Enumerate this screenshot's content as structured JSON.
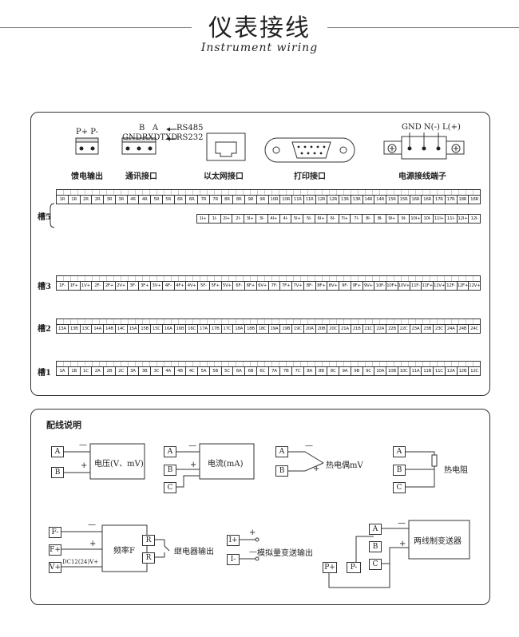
{
  "header": {
    "title": "仪表接线",
    "subtitle": "Instrument wiring"
  },
  "ports": {
    "feed": {
      "label": "馈电输出",
      "pins": "P+ P-"
    },
    "comm": {
      "label": "通讯接口",
      "top": "B   A",
      "rs485": "RS485",
      "pins": "GNDRXDTXD",
      "rs232": "RS232"
    },
    "ethernet": {
      "label": "以太网接口"
    },
    "print": {
      "label": "打印接口"
    },
    "power": {
      "label": "电源接线端子",
      "pins": "GND N(-) L(+)"
    }
  },
  "slots": {
    "slot5": {
      "label": "槽5",
      "top": [
        "1R",
        "1R",
        "2R",
        "2R",
        "3R",
        "3R",
        "4R",
        "4R",
        "5R",
        "5R",
        "6R",
        "6R",
        "7R",
        "7R",
        "8R",
        "8R",
        "9R",
        "9R",
        "10R",
        "10R",
        "11R",
        "11R",
        "12R",
        "12R",
        "13R",
        "13R",
        "14R",
        "14R",
        "15R",
        "15R",
        "16R",
        "16R",
        "17R",
        "17R",
        "18R",
        "18R"
      ],
      "bottom": [
        "1I+",
        "1I-",
        "2I+",
        "2I-",
        "3I+",
        "3I-",
        "4I+",
        "4I-",
        "5I+",
        "5I-",
        "6I+",
        "6I-",
        "7I+",
        "7I-",
        "8I-",
        "8I-",
        "9I+",
        "9I-",
        "10I+",
        "10I-",
        "11I+",
        "11I-",
        "12I+",
        "12I-"
      ]
    },
    "slot3": {
      "label": "槽3",
      "cells": [
        "1F-",
        "1F+",
        "1V+",
        "2F-",
        "2F+",
        "2V+",
        "3F-",
        "3F+",
        "3V+",
        "4F-",
        "4F+",
        "4V+",
        "5F-",
        "5F+",
        "5V+",
        "6F-",
        "6F+",
        "6V+",
        "7F-",
        "7F+",
        "7V+",
        "8F-",
        "8F+",
        "8V+",
        "9F-",
        "9F+",
        "9V+",
        "10F-",
        "10F+",
        "10V+",
        "11F-",
        "11F+",
        "11V+",
        "12F-",
        "12F+",
        "12V+"
      ]
    },
    "slot2": {
      "label": "槽2",
      "cells": [
        "13A",
        "13B",
        "13C",
        "14A",
        "14B",
        "14C",
        "15A",
        "15B",
        "15C",
        "16A",
        "16B",
        "16C",
        "17A",
        "17B",
        "17C",
        "18A",
        "18B",
        "18C",
        "19A",
        "19B",
        "19C",
        "20A",
        "20B",
        "20C",
        "21A",
        "21B",
        "21C",
        "22A",
        "22B",
        "22C",
        "23A",
        "23B",
        "23C",
        "24A",
        "24B",
        "24C"
      ]
    },
    "slot1": {
      "label": "槽1",
      "cells": [
        "1A",
        "1B",
        "1C",
        "2A",
        "2B",
        "2C",
        "3A",
        "3B",
        "3C",
        "4A",
        "4B",
        "4C",
        "5A",
        "5B",
        "5C",
        "6A",
        "6B",
        "6C",
        "7A",
        "7B",
        "7C",
        "8A",
        "8B",
        "8C",
        "9A",
        "9B",
        "9C",
        "10A",
        "10B",
        "10C",
        "11A",
        "11B",
        "11C",
        "12A",
        "12B",
        "12C"
      ]
    }
  },
  "wiring": {
    "title": "配线说明",
    "voltage": {
      "label": "电压(V、mV)",
      "a": "A",
      "b": "B",
      "minus": "—",
      "plus": "+"
    },
    "current": {
      "label": "电流(mA)",
      "a": "A",
      "b": "B",
      "c": "C",
      "minus": "—",
      "plus": "+"
    },
    "thermocouple": {
      "label": "热电偶mV",
      "a": "A",
      "b": "B",
      "minus": "—",
      "plus": "+"
    },
    "rtd": {
      "label": "热电阻",
      "a": "A",
      "b": "B",
      "c": "C"
    },
    "frequency": {
      "label": "频率F",
      "fminus": "F-",
      "fplus": "F+",
      "vplus": "V+",
      "minus": "—",
      "plus": "+",
      "supply": "DC12(24)V+"
    },
    "relay": {
      "label": "继电器输出",
      "r1": "R",
      "r2": "R"
    },
    "analog": {
      "label": "模拟量变送输出",
      "iplus": "I+",
      "iminus": "I-",
      "plus": "+",
      "minus": "—"
    },
    "twowire": {
      "label": "两线制变送器",
      "a": "A",
      "b": "B",
      "c": "C",
      "pplus": "P+",
      "pminus": "P-",
      "minus": "—",
      "plus": "+"
    }
  }
}
